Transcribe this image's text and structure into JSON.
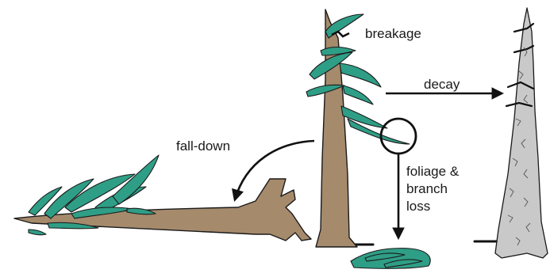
{
  "diagram": {
    "labels": {
      "breakage": "breakage",
      "decay": "decay",
      "fall_down": "fall-down",
      "foliage_line1": "foliage &",
      "foliage_line2": "branch",
      "foliage_line3": "loss"
    },
    "colors": {
      "trunk": "#a58a6c",
      "foliage": "#2f9e86",
      "snag": "#c9c9c9",
      "outline": "#1a1a1a"
    }
  }
}
